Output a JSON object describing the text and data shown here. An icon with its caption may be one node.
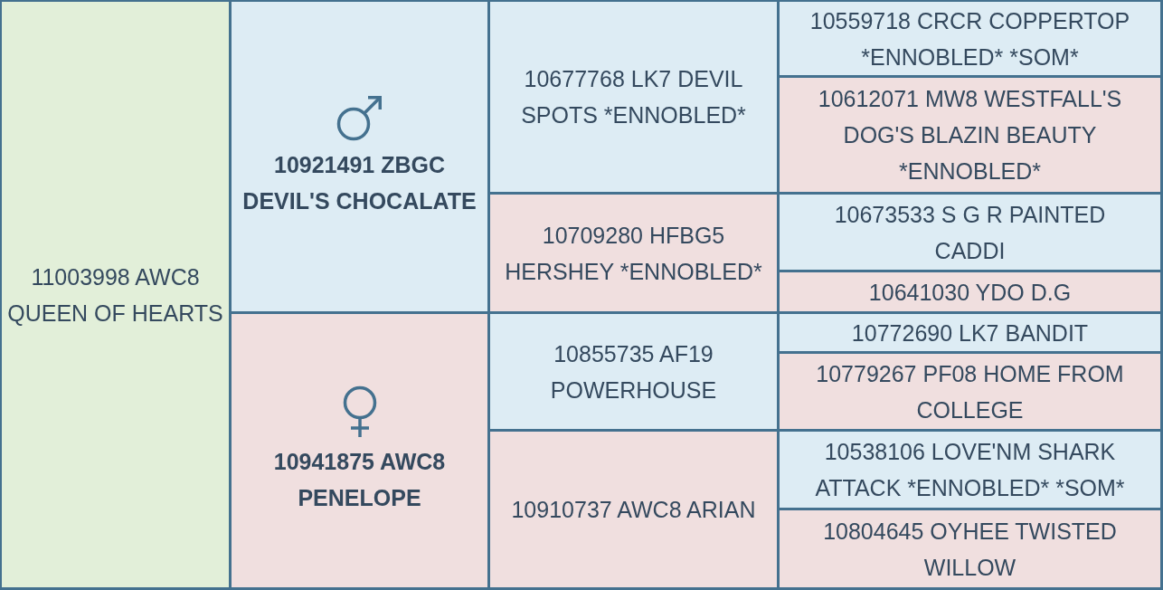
{
  "diagram": {
    "nodes": [
      {
        "text": [
          "11003998 AWC8 QUEEN OF HEARTS"
        ]
      },
      {
        "text": [
          "10921491 ZBGC DEVIL'S CHOCALATE"
        ]
      },
      {
        "text": [
          "10677768 LK7 DEVIL SPOTS *ENNOBLED*"
        ]
      },
      {
        "text": [
          "10559718 CRCR COPPERTOP *ENNOBLED* *SOM*"
        ]
      },
      {
        "text": [
          "10612071 MW8 WESTFALL'S DOG'S BLAZIN BEAUTY *ENNOBLED*"
        ]
      },
      {
        "text": [
          "10709280 HFBG5 HERSHEY *ENNOBLED*"
        ]
      },
      {
        "text": [
          "10673533 S G R PAINTED CADDI"
        ]
      },
      {
        "text": [
          "10641030 YDO D.G"
        ]
      },
      {
        "text": [
          "10941875 AWC8 PENELOPE"
        ]
      },
      {
        "text": [
          "10855735 AF19 POWERHOUSE"
        ]
      },
      {
        "text": [
          "10772690 LK7 BANDIT"
        ]
      },
      {
        "text": [
          "10779267 PF08 HOME FROM COLLEGE"
        ]
      },
      {
        "text": [
          "10910737 AWC8 ARIAN"
        ]
      },
      {
        "text": [
          "10538106 LOVE'NM SHARK ATTACK *ENNOBLED* *SOM*"
        ]
      },
      {
        "text": [
          "10804645 OYHEE TWISTED WILLOW"
        ]
      }
    ]
  }
}
